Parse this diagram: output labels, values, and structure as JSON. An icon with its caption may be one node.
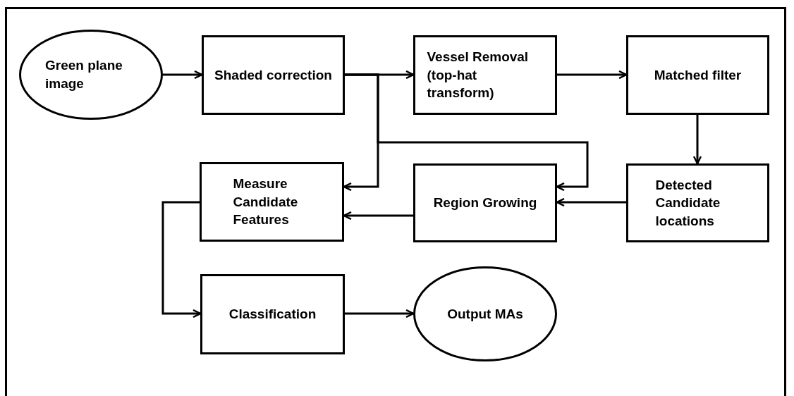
{
  "diagram": {
    "nodes": [
      {
        "text": [
          "Green plane image"
        ]
      },
      {
        "text": [
          "Shaded correction"
        ]
      },
      {
        "text": [
          "Vessel Removal (top-hat transform)"
        ]
      },
      {
        "text": [
          "Matched filter"
        ]
      },
      {
        "text": [
          "Detected Candidate locations"
        ]
      },
      {
        "text": [
          "Region Growing"
        ]
      },
      {
        "text": [
          "Measure Candidate Features"
        ]
      },
      {
        "text": [
          "Classification"
        ]
      },
      {
        "text": [
          "Output MAs"
        ]
      }
    ],
    "edges": [
      {
        "from": 0,
        "to": 1,
        "arrow": "to"
      },
      {
        "from": 1,
        "to": 2,
        "arrow": "to"
      },
      {
        "from": 2,
        "to": 3,
        "arrow": "to"
      },
      {
        "from": 3,
        "to": 4,
        "arrow": "to"
      },
      {
        "from": 1,
        "to": 6,
        "arrow": "to"
      },
      {
        "from": 1,
        "to": 5,
        "arrow": "to"
      },
      {
        "from": 4,
        "to": 5,
        "arrow": "to"
      },
      {
        "from": 5,
        "to": 6,
        "arrow": "to"
      },
      {
        "from": 6,
        "to": 7,
        "arrow": "to"
      },
      {
        "from": 7,
        "to": 8,
        "arrow": "to"
      }
    ]
  }
}
